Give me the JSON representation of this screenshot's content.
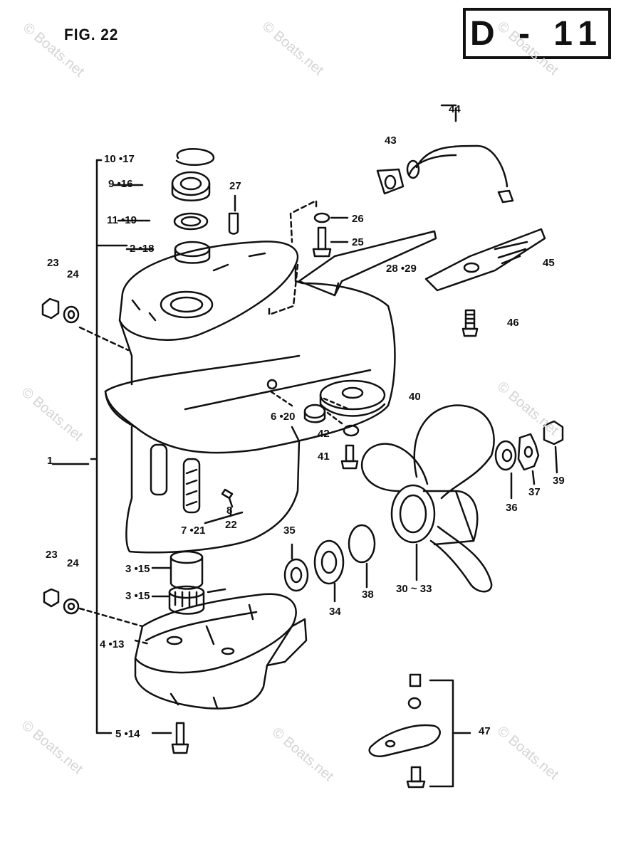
{
  "figure_label": "FIG. 22",
  "page_code": "D - 11",
  "watermark": "© Boats.net",
  "callouts": [
    {
      "id": "c-10-17",
      "text": "10 •17"
    },
    {
      "id": "c-9-16",
      "text": "9 •16"
    },
    {
      "id": "c-11-19",
      "text": "11 •19"
    },
    {
      "id": "c-2-18",
      "text": "2 •18"
    },
    {
      "id": "c-27",
      "text": "27"
    },
    {
      "id": "c-26",
      "text": "26"
    },
    {
      "id": "c-25",
      "text": "25"
    },
    {
      "id": "c-43",
      "text": "43"
    },
    {
      "id": "c-44",
      "text": "44"
    },
    {
      "id": "c-28-29",
      "text": "28 •29"
    },
    {
      "id": "c-45",
      "text": "45"
    },
    {
      "id": "c-46",
      "text": "46"
    },
    {
      "id": "c-23a",
      "text": "23"
    },
    {
      "id": "c-24a",
      "text": "24"
    },
    {
      "id": "c-1",
      "text": "1"
    },
    {
      "id": "c-40",
      "text": "40"
    },
    {
      "id": "c-6-20",
      "text": "6 •20"
    },
    {
      "id": "c-42",
      "text": "42"
    },
    {
      "id": "c-41",
      "text": "41"
    },
    {
      "id": "c-39",
      "text": "39"
    },
    {
      "id": "c-37",
      "text": "37"
    },
    {
      "id": "c-36",
      "text": "36"
    },
    {
      "id": "c-8",
      "text": "8"
    },
    {
      "id": "c-7-21",
      "text": "7 •21"
    },
    {
      "id": "c-22",
      "text": "22"
    },
    {
      "id": "c-35",
      "text": "35"
    },
    {
      "id": "c-23b",
      "text": "23"
    },
    {
      "id": "c-24b",
      "text": "24"
    },
    {
      "id": "c-3-15a",
      "text": "3 •15"
    },
    {
      "id": "c-3-15b",
      "text": "3 •15"
    },
    {
      "id": "c-4-13",
      "text": "4 •13"
    },
    {
      "id": "c-38",
      "text": "38"
    },
    {
      "id": "c-34",
      "text": "34"
    },
    {
      "id": "c-30-33",
      "text": "30 ~ 33"
    },
    {
      "id": "c-47",
      "text": "47"
    },
    {
      "id": "c-5-14",
      "text": "5 •14"
    }
  ]
}
